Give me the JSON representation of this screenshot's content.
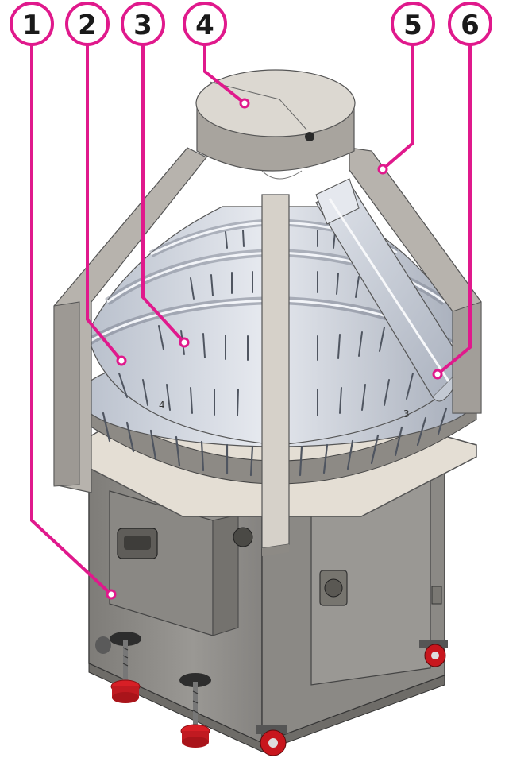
{
  "callouts": [
    {
      "id": 1,
      "label": "1"
    },
    {
      "id": 2,
      "label": "2"
    },
    {
      "id": 3,
      "label": "3"
    },
    {
      "id": 4,
      "label": "4"
    },
    {
      "id": 5,
      "label": "5"
    },
    {
      "id": 6,
      "label": "6"
    }
  ],
  "engravings": {
    "ring_left": "4",
    "ring_right": "3"
  },
  "colors": {
    "accent": "#e0198c",
    "frame": "#b5b2ad",
    "frame_dark": "#8d8a85",
    "cone": "#cdd2dc",
    "cone_dark": "#9aa1ad",
    "cabinet": "#8f8d89",
    "cabinet_dark": "#6d6b67",
    "plate": "#e7e1d8",
    "foot_red": "#d81f26",
    "wheel_red": "#c8161d"
  }
}
